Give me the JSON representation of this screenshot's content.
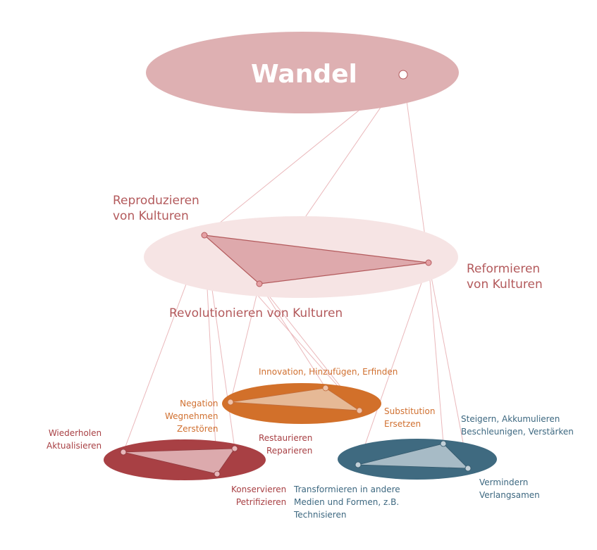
{
  "top": {
    "title": "Wandel"
  },
  "middle": {
    "reproduzieren": [
      "Reproduzieren",
      "von Kulturen"
    ],
    "reformieren": [
      "Reformieren",
      "von Kulturen"
    ],
    "revolutionieren": "Revolutionieren von Kulturen"
  },
  "orange": {
    "innovation": "Innovation, Hinzufügen, Erfinden",
    "negation": [
      "Negation",
      "Wegnehmen",
      "Zerstören"
    ],
    "substitution": [
      "Substitution",
      "Ersetzen"
    ]
  },
  "red": {
    "wiederholen": [
      "Wiederholen",
      "Aktualisieren"
    ],
    "restaurieren": [
      "Restaurieren",
      "Reparieren"
    ],
    "konservieren": [
      "Konservieren",
      "Petrifizieren"
    ]
  },
  "blue": {
    "steigern": [
      "Steigern, Akkumulieren",
      "Beschleunigen, Verstärken"
    ],
    "vermindern": [
      "Vermindern",
      "Verlangsamen"
    ],
    "transformieren": [
      "Transformieren in andere",
      "Medien und Formen, z.B.",
      "Technisieren"
    ]
  },
  "colors": {
    "top_ellipse": "#deb0b2",
    "middle_ellipse": "#f6e4e4",
    "middle_triangle": "#dea9ac",
    "orange_ellipse": "#d2702a",
    "orange_triangle": "#e6b996",
    "red_ellipse": "#a84044",
    "red_triangle": "#dcaaad",
    "blue_ellipse": "#3f6a80",
    "blue_triangle": "#a7bbc6",
    "connector": "#eab8bb"
  }
}
